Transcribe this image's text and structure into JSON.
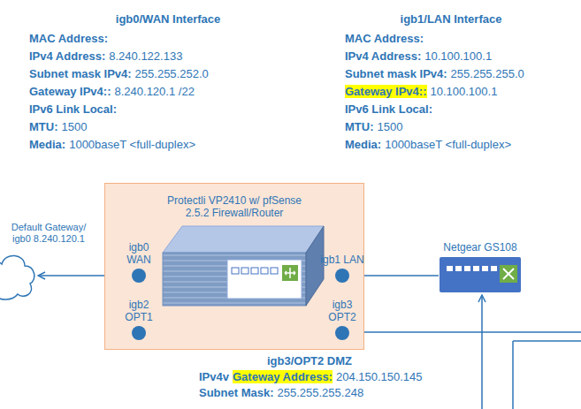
{
  "diagram": {
    "nodes": [
      {
        "text": [
          "Default Gateway/ igb0 8.240.120.1"
        ]
      },
      {
        "text": [
          "Protectli VP2410 w/ pfSense 2.5.2 Firewall/Router"
        ]
      },
      {
        "text": [
          "igb0 WAN"
        ],
        "in": 1
      },
      {
        "text": [
          "igb2 OPT1"
        ],
        "in": 1
      },
      {
        "text": [
          "igb1 LAN"
        ],
        "in": 1
      },
      {
        "text": [
          "igb3 OPT2"
        ],
        "in": 1
      },
      {
        "text": [
          "Netgear GS108"
        ]
      }
    ],
    "edges": [
      {
        "from": 0,
        "to": 2,
        "arrow": "both"
      },
      {
        "from": 6,
        "to": 4,
        "arrow": "to"
      }
    ],
    "labels": [
      "igb0/WAN Interface",
      "MAC Address:",
      "IPv4 Address:",
      "8.240.122.133",
      "Subnet mask IPv4:",
      "255.255.252.0",
      "Gateway IPv4::",
      "8.240.120.1 /22",
      "IPv6 Link Local:",
      "MTU:",
      "1500",
      "Media:",
      "1000baseT <full-duplex>",
      "igb1/LAN Interface",
      "MAC Address:",
      "IPv4 Address:",
      "10.100.100.1",
      "Subnet mask IPv4:",
      "255.255.255.0",
      "Gateway IPv4::",
      "10.100.100.1",
      "IPv6 Link Local:",
      "MTU:",
      "1500",
      "Media:",
      "1000baseT <full-duplex>",
      "igb3/OPT2 DMZ",
      "IPv4v",
      "Gateway Address:",
      "204.150.150.145",
      "Subnet Mask:",
      "255.255.255.248"
    ]
  }
}
